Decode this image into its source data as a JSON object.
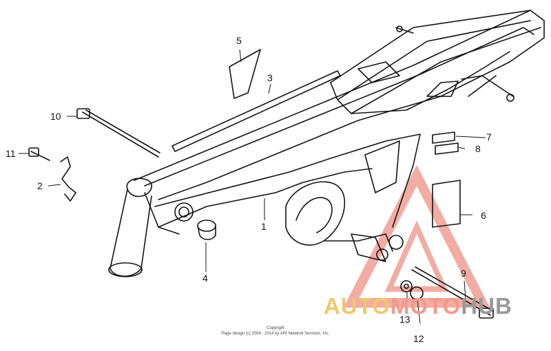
{
  "callouts": {
    "c1": "1",
    "c2": "2",
    "c3": "3",
    "c4": "4",
    "c5": "5",
    "c6": "6",
    "c7": "7",
    "c8": "8",
    "c9": "9",
    "c10": "10",
    "c11": "11",
    "c12": "12",
    "c13": "13"
  },
  "copyright": {
    "line1": "Copyright",
    "line2": "Page design (c) 2004 - 2014 by ARI Network Services, Inc."
  },
  "watermark": {
    "part1": "AUTO",
    "part2": "MOTO",
    "part3": "HUB",
    "colors": {
      "yellow": "#f0c76a",
      "red": "#f39a8a",
      "grey": "#9a9a9a"
    }
  }
}
